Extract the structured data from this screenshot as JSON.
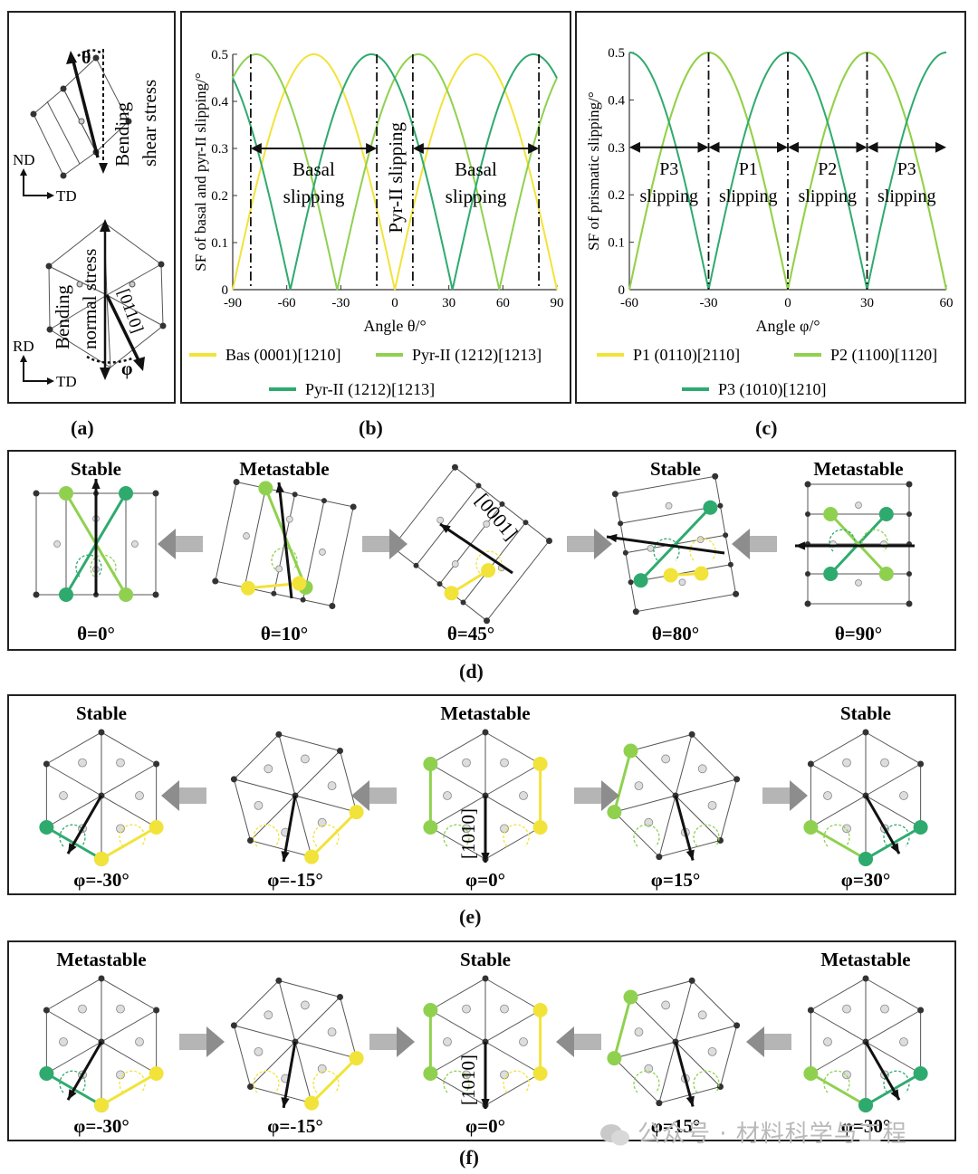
{
  "panel_labels": {
    "a": "(a)",
    "b": "(b)",
    "c": "(c)",
    "d": "(d)",
    "e": "(e)",
    "f": "(f)"
  },
  "panel_a": {
    "theta": "θ",
    "phi": "φ",
    "shear": [
      "Bending",
      "shear stress"
    ],
    "normal": [
      "Bending",
      "normal stress"
    ],
    "nd": "ND",
    "td": "TD",
    "rd": "RD",
    "td2": "TD",
    "direction": "[0110]"
  },
  "chart_data": [
    {
      "type": "line",
      "ylabel": "SF of basal and pyr-II slipping/°",
      "xlabel": "Angle θ/°",
      "xlim": [
        -90,
        90
      ],
      "ylim": [
        0,
        0.5
      ],
      "xticks": [
        -90,
        -60,
        -30,
        0,
        30,
        60,
        90
      ],
      "yticks": [
        0,
        0.1,
        0.2,
        0.3,
        0.4,
        0.5
      ],
      "regions": [
        {
          "label": [
            "Basal",
            "slipping"
          ],
          "from": -80,
          "to": -10
        },
        {
          "label": [
            "Pyr-II slipping"
          ],
          "from": -10,
          "to": 10
        },
        {
          "label": [
            "Basal",
            "slipping"
          ],
          "from": 10,
          "to": 80
        }
      ],
      "dividers": [
        -80,
        -10,
        10,
        80
      ],
      "series": [
        {
          "name": "Bas (0001)[1210]",
          "color": "#f2e33a"
        },
        {
          "name": "Pyr-II (1212)[1213]",
          "color": "#8fd14f"
        },
        {
          "name": "Pyr-II (1212)[1213]",
          "color": "#2faa6f"
        }
      ]
    },
    {
      "type": "line",
      "ylabel": "SF of prismatic slipping/°",
      "xlabel": "Angle φ/°",
      "xlim": [
        -60,
        60
      ],
      "ylim": [
        0,
        0.5
      ],
      "xticks": [
        -60,
        -30,
        0,
        30,
        60
      ],
      "yticks": [
        0,
        0.1,
        0.2,
        0.3,
        0.4,
        0.5
      ],
      "regions": [
        {
          "label": [
            "P3",
            "slipping"
          ],
          "from": -60,
          "to": -30
        },
        {
          "label": [
            "P1",
            "slipping"
          ],
          "from": -30,
          "to": 0
        },
        {
          "label": [
            "P2",
            "slipping"
          ],
          "from": 0,
          "to": 30
        },
        {
          "label": [
            "P3",
            "slipping"
          ],
          "from": 30,
          "to": 60
        }
      ],
      "dividers": [
        -30,
        0,
        30
      ],
      "series": [
        {
          "name": "P1 (0110)[2110]",
          "color": "#f2e33a"
        },
        {
          "name": "P2 (1100)[1120]",
          "color": "#8fd14f"
        },
        {
          "name": "P3 (1010)[1210]",
          "color": "#2faa6f"
        }
      ]
    }
  ],
  "panel_d": {
    "stages": [
      {
        "title": "Stable",
        "angle": "θ=0°"
      },
      {
        "title": "Metastable",
        "angle": "θ=10°"
      },
      {
        "title": "",
        "angle": "θ=45°",
        "dir": "[0001]"
      },
      {
        "title": "Stable",
        "angle": "θ=80°"
      },
      {
        "title": "Metastable",
        "angle": "θ=90°"
      }
    ]
  },
  "panel_e": {
    "stages": [
      {
        "title": "Stable",
        "angle": "φ=-30°"
      },
      {
        "title": "",
        "angle": "φ=-15°"
      },
      {
        "title": "Metastable",
        "angle": "φ=0°",
        "dir": "[1010]"
      },
      {
        "title": "",
        "angle": "φ=15°"
      },
      {
        "title": "Stable",
        "angle": "φ=30°"
      }
    ]
  },
  "panel_f": {
    "stages": [
      {
        "title": "Metastable",
        "angle": "φ=-30°"
      },
      {
        "title": "",
        "angle": "φ=-15°"
      },
      {
        "title": "Stable",
        "angle": "φ=0°",
        "dir": "[1010]"
      },
      {
        "title": "",
        "angle": "φ=15°"
      },
      {
        "title": "Metastable",
        "angle": "φ=30°"
      }
    ]
  },
  "watermark": "公众号 · 材料科学与工程",
  "colors": {
    "yellow": "#f2e33a",
    "light_green": "#8fd14f",
    "teal": "#2faa6f",
    "arrow": "#9a9a9a"
  }
}
